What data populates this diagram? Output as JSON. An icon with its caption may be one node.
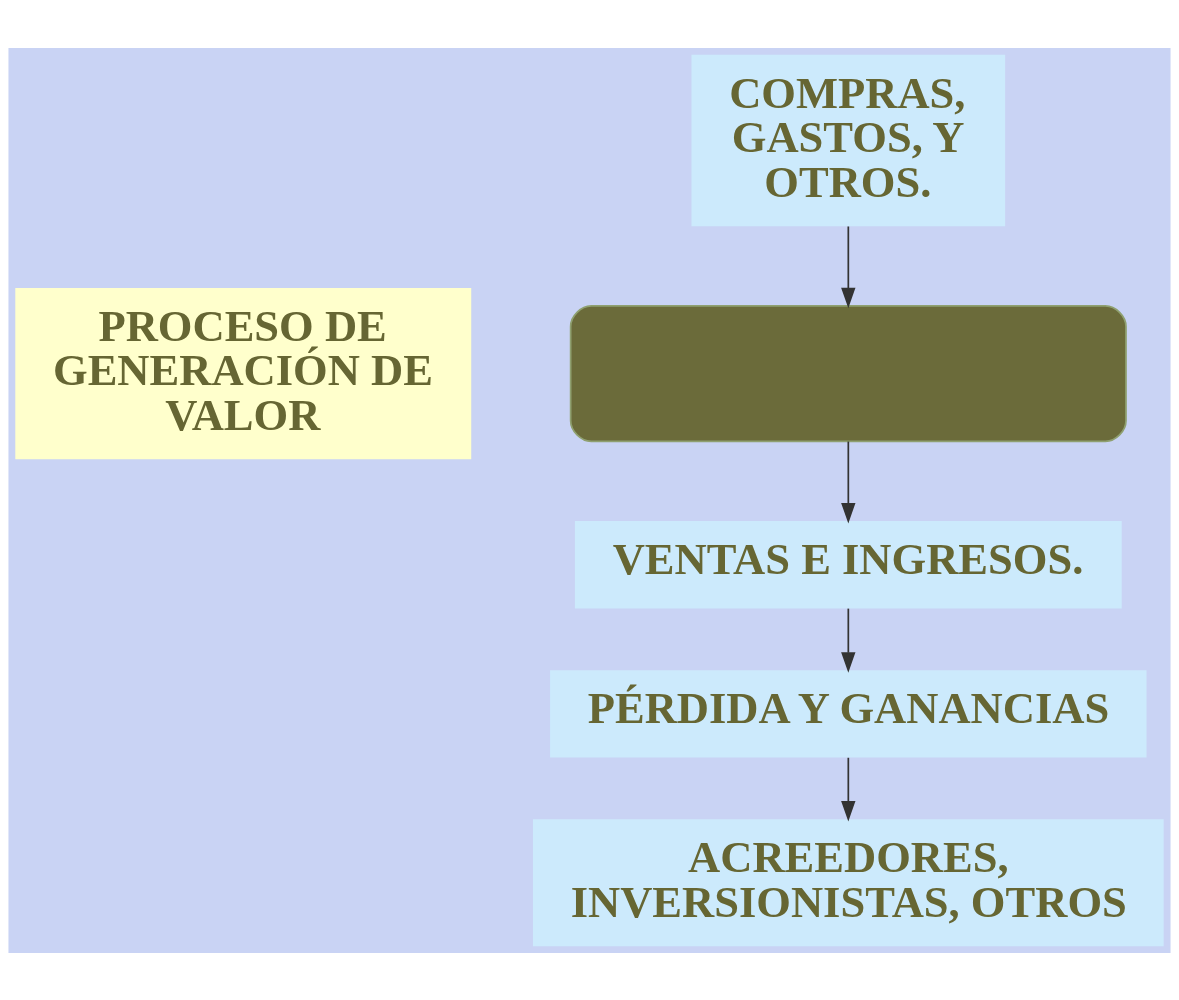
{
  "diagram": {
    "nodes": [
      {
        "text": [
          "PROCESO DE GENERACIÓN DE VALOR"
        ]
      },
      {
        "text": [
          "COMPRAS, GASTOS, Y OTROS."
        ]
      },
      {
        "text": [],
        "shape": "box"
      },
      {
        "text": [
          "VENTAS E INGRESOS."
        ]
      },
      {
        "text": [
          "PÉRDIDA Y GANANCIAS"
        ]
      },
      {
        "text": [
          "ACREEDORES, INVERSIONISTAS, OTROS"
        ]
      }
    ],
    "edges": [
      {
        "from": 1,
        "to": 2,
        "arrow": "to"
      },
      {
        "from": 2,
        "to": 3,
        "arrow": "to"
      },
      {
        "from": 3,
        "to": 4,
        "arrow": "to"
      },
      {
        "from": 4,
        "to": 5,
        "arrow": "to"
      }
    ]
  }
}
